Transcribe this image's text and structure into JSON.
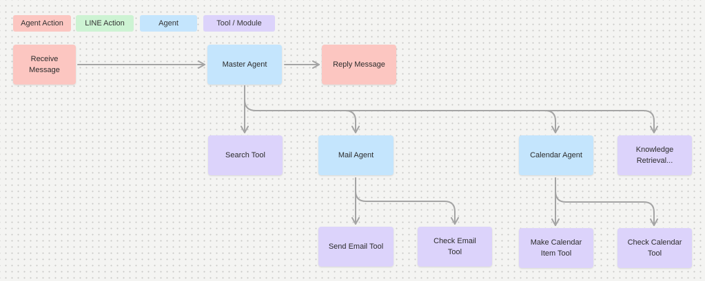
{
  "colors": {
    "agent_action": "#fcc6c1",
    "line_action": "#cdf3d3",
    "agent": "#c4e5fd",
    "tool_module": "#dcd3fb",
    "connector": "#a4a4a4"
  },
  "legend": {
    "agent_action": "Agent Action",
    "line_action": "LINE Action",
    "agent": "Agent",
    "tool_module": "Tool / Module"
  },
  "nodes": {
    "receive_message": "Receive Message",
    "master_agent": "Master Agent",
    "reply_message": "Reply Message",
    "search_tool": "Search Tool",
    "mail_agent": "Mail Agent",
    "calendar_agent": "Calendar Agent",
    "knowledge_retrieval": "Knowledge Retrieval...",
    "send_email_tool": "Send Email Tool",
    "check_email_tool": "Check Email Tool",
    "make_calendar_item_tool": "Make Calendar Item Tool",
    "check_calendar_tool": "Check Calendar Tool"
  }
}
